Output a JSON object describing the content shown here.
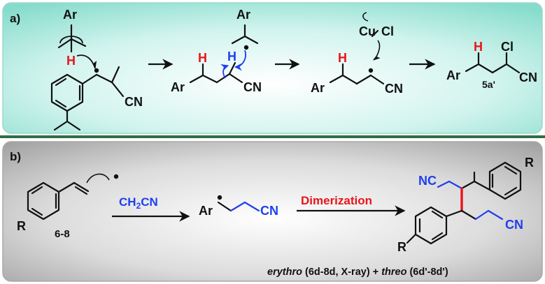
{
  "panel_a": {
    "label": "a)",
    "species": {
      "radical_ar": "Ar",
      "radical_h": "H",
      "radical_cn": "CN",
      "int1_h_red": "H",
      "int1_h_blue": "H",
      "int1_ar": "Ar",
      "int1_cn": "CN",
      "int1_top_ar": "Ar",
      "int2_h": "H",
      "int2_ar": "Ar",
      "int2_cn": "CN",
      "cucl_cu": "Cu",
      "cucl_cl": "Cl",
      "prod_h": "H",
      "prod_ar": "Ar",
      "prod_cl": "Cl",
      "prod_cn": "CN",
      "prod_id": "5a'"
    }
  },
  "panel_b": {
    "label": "b)",
    "species": {
      "styrene_r": "R",
      "styrene_id": "6-8",
      "reagent_ch2": "CH",
      "reagent_sub": "2",
      "reagent_cn": "CN",
      "radical_ar": "Ar",
      "radical_cn": "CN",
      "arrow_label": "Dimerization",
      "dimer_nc": "NC",
      "dimer_r_top": "R",
      "dimer_r_bottom": "R",
      "dimer_cn": "CN"
    },
    "footer": {
      "erythro": "erythro",
      "erythro_detail": " (6d-8d, X-ray) + ",
      "threo": "threo",
      "threo_detail": " (6d'-8d')"
    }
  },
  "colors": {
    "panel_a_bg": "#bfeee6",
    "panel_b_bg": "#d4d4d4",
    "divider": "#2f6f45",
    "red": "#e8141b",
    "blue": "#1f3ff0",
    "ink": "#111111"
  }
}
